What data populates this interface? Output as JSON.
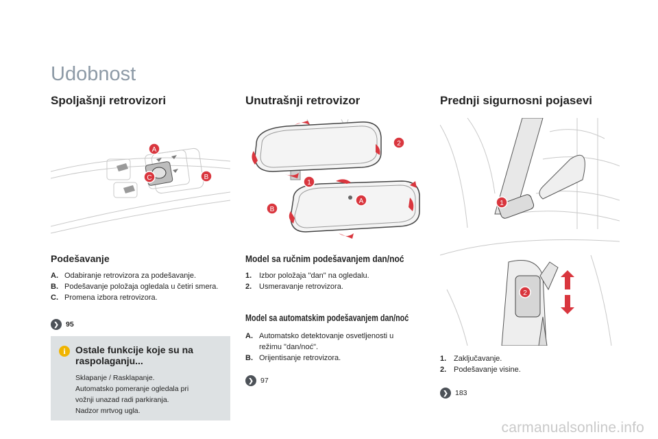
{
  "page": {
    "title": "Udobnost"
  },
  "col1": {
    "title": "Spoljašnji retrovizori",
    "subtitle": "Podešavanje",
    "items": [
      {
        "key": "A.",
        "text": "Odabiranje retrovizora za podešavanje."
      },
      {
        "key": "B.",
        "text": "Podešavanje položaja ogledala u četiri smera."
      },
      {
        "key": "C.",
        "text": "Promena izbora retrovizora."
      }
    ],
    "ref": "95",
    "figure_labels": [
      "A",
      "B",
      "C"
    ],
    "callout": {
      "heading": "Ostale funkcije koje su na raspolaganju...",
      "lines": [
        "Sklapanje / Rasklapanje.",
        "Automatsko pomeranje ogledala pri",
        "vožnji unazad radi parkiranja.",
        "Nadzor mrtvog ugla."
      ]
    }
  },
  "col2": {
    "title": "Unutrašnji retrovizor",
    "subtitle1": "Model sa ručnim podešavanjem dan/noć",
    "items1": [
      {
        "key": "1.",
        "text": "Izbor položaja \"dan\" na ogledalu."
      },
      {
        "key": "2.",
        "text": "Usmeravanje retrovizora."
      }
    ],
    "subtitle2": "Model sa automatskim podešavanjem dan/noć",
    "items2": [
      {
        "key": "A.",
        "text": "Automatsko detektovanje osvetljenosti u režimu \"dan/noć\"."
      },
      {
        "key": "B.",
        "text": "Orijentisanje retrovizora."
      }
    ],
    "ref": "97",
    "figure_labels": [
      "2",
      "1",
      "A",
      "B"
    ]
  },
  "col3": {
    "title": "Prednji sigurnosni pojasevi",
    "items": [
      {
        "key": "1.",
        "text": "Zaključavanje."
      },
      {
        "key": "2.",
        "text": "Podešavanje visine."
      }
    ],
    "ref": "183",
    "figure_labels": [
      "1",
      "2"
    ]
  },
  "footer": {
    "watermark": "carmanualsonline.info"
  },
  "colors": {
    "title_gray": "#8d9aa6",
    "marker_red": "#d9363e",
    "callout_bg": "#dde1e3",
    "info_yellow": "#f0b400"
  }
}
